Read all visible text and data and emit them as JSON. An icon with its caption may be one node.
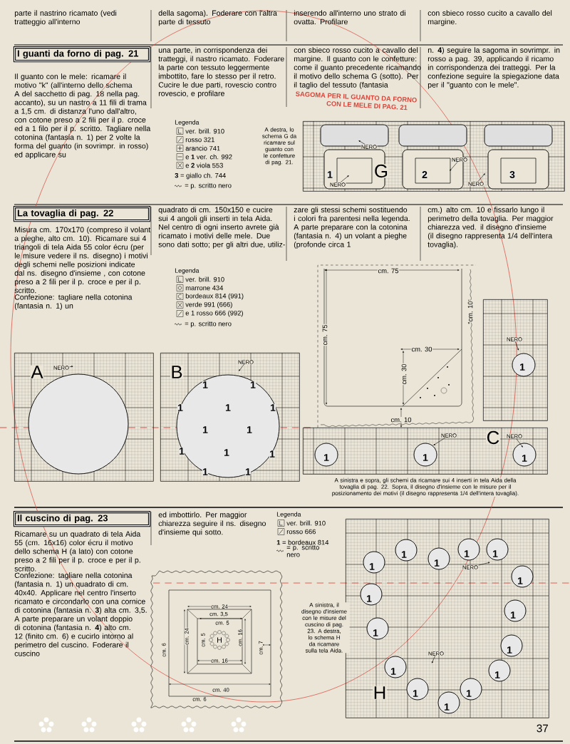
{
  "diagram": {
    "nodes": [
      {
        "text": [
          "I guanti da forno di pag. 21"
        ]
      },
      {
        "text": [
          "1",
          "G",
          "2",
          "3"
        ]
      },
      {
        "text": [
          "NERO"
        ],
        "in": 1
      },
      {
        "text": [
          "NERO"
        ],
        "in": 1
      },
      {
        "text": [
          "NERO"
        ],
        "in": 1
      },
      {
        "text": [
          "NERO"
        ],
        "in": 1
      },
      {
        "text": [
          "La tovaglia di pag. 22"
        ]
      },
      {
        "text": [
          "A"
        ]
      },
      {
        "text": [
          "NERO"
        ],
        "in": 7
      },
      {
        "text": [
          "B",
          "1",
          "1",
          "1",
          "1",
          "1",
          "1",
          "1",
          "1",
          "1",
          "1",
          "1",
          "1"
        ]
      },
      {
        "text": [
          "NERO"
        ],
        "in": 9
      },
      {
        "text": [
          "1"
        ]
      },
      {
        "text": [
          "NERO"
        ],
        "in": 11
      },
      {
        "text": [
          "1",
          "1",
          "C",
          "1"
        ]
      },
      {
        "text": [
          "NERO"
        ],
        "in": 13
      },
      {
        "text": [
          "NERO"
        ],
        "in": 13
      },
      {
        "text": [
          "Il cuscino di pag. 23"
        ]
      },
      {
        "text": [
          "1",
          "1",
          "1",
          "1",
          "1",
          "1",
          "1",
          "1",
          "1",
          "1",
          "1",
          "1",
          "H",
          "1",
          "1",
          "1"
        ]
      },
      {
        "text": [
          "NERO"
        ],
        "in": 17
      },
      {
        "text": [
          "NERO"
        ],
        "in": 17
      }
    ],
    "edges": [
      {
        "from": 2,
        "to": null,
        "arrow": "to"
      },
      {
        "from": 3,
        "to": null,
        "arrow": "to"
      },
      {
        "from": 4,
        "to": null,
        "arrow": "to"
      },
      {
        "from": 5,
        "to": null,
        "arrow": "to"
      },
      {
        "from": 8,
        "to": null,
        "arrow": "to"
      },
      {
        "from": 10,
        "to": null,
        "arrow": "to"
      },
      {
        "from": 12,
        "to": null,
        "arrow": "to"
      },
      {
        "from": 14,
        "to": null,
        "arrow": "to"
      },
      {
        "from": 15,
        "to": null,
        "arrow": "to"
      },
      {
        "from": 18,
        "to": null,
        "arrow": "to"
      },
      {
        "from": 19,
        "to": null,
        "arrow": "to"
      }
    ],
    "labels": [
      "parte il nastrino ricamato (vedi tratteggio all'interno",
      "della sagoma). Foderare con l'altra parte di tessuto",
      "inserendo all'interno uno strato di ovatta. Profilare",
      "con sbieco rosso cucito a cavallo del margine.",
      "Il guanto con le mele: ricamare il motivo \"k\" (all'interno dello schema A del sacchetto di pag. 18 nella pag. accanto), su un nastro a 11 fili di trama a 1,5 cm. di distanza l'uno dall'altro, con cotone preso a 2 fili per il p. croce ed a 1 filo per il p. scritto. Tagliare nella cotonina (fantasia n. 1) per 2 volte la forma del guanto (in sovrimpr. in rosso) ed applicare su",
      "una parte, in corrispondenza dei tratteggi, il nastro ricamato. Foderare la parte con tessuto leggermente imbottito, fare lo stesso per il retro. Cucire le due parti, rovescio contro rovescio, e profilare",
      "con sbieco rosso cucito a cavallo del margine. Il guanto con le confetture: come il guanto precedente ricamando il motivo dello schema G (sotto). Per il taglio del tessuto (fantasia",
      "n. **4**) seguire la sagoma in sovrimpr. in rosso a pag. 39, applicando il ricamo in corrispondenza dei tratteggi. Per la confezione seguire la spiegazione data per il \"guanto con le mele\".",
      "SAGOMA PER IL GUANTO DA FORNO",
      "CON LE MELE DI PAG. 21",
      "Legenda",
      "A destra, lo schema G da ricamare sul guanto con le confetture di pag. 21.",
      "Misura cm. 170x170 (compreso il volant a pieghe, alto cm. 10). Ricamare sui 4 triangoli di tela Aida 55 color écru (per le misure vedere il ns. disegno) i motivi degli schemi nelle posizioni indicate dal ns. disegno d'insieme , con cotone preso a 2 fili per il p. croce e per il p. scritto.",
      "Confezione: tagliare nella cotonina (fantasia n. 1) un",
      "quadrato di cm. 150x150 e cucire sui 4 angoli gli inserti in tela Aida. Nel centro di ogni inserto avrete già ricamato i motivi delle mele. Due sono dati sotto; per gli altri due, utiliz-",
      "zare gli stessi schemi sostituendo i colori fra parentesi nella legenda. A parte preparare con la cotonina (fantasia n. 4) un volant a pieghe (profonde circa 1",
      "cm.) alto cm. 10 e fissarlo lungo il perimetro della tovaglia. Per maggior chiarezza ved. il disegno d'insieme (il disegno rappresenta 1/4 dell'intera tovaglia).",
      "Legenda",
      "cm. 75",
      "cm. 75",
      "cm. 10",
      "cm. 30",
      "cm. 30",
      "cm. 10",
      "A sinistra e sopra, gli schemi da ricamare sui 4 inserti in tela Aida della tovaglia di pag. 22. Sopra, il disegno d'insieme con le misure per il posizionamento dei motivi (il disegno rappresenta 1/4 dell'intera tovaglia).",
      "Ricamare su un quadrato di tela Aida 55 (cm. 16x16) color écru il motivo dello schema H (a lato) con cotone preso a 2 fili per il p. croce e per il p. scritto.",
      "Confezione: tagliare nella cotonina (fantasia n. 1) un quadrato di cm. 40x40. Applicare nel centro l'inserto ricamato e circondarlo con una cornice di cotonina (fantasia n. **3**) alta cm. 3,5. A parte preparare un volant doppio di cotonina (fantasia n. **4**) alto cm. 12 (finito cm. 6) e cucirlo intorno al perimetro del cuscino. Foderare il cuscino",
      "ed imbottirlo. Per maggior chiarezza seguire il ns. disegno d'insieme qui sotto.",
      "Legenda",
      "cm. 24",
      "cm. 3,5",
      "cm. 5",
      "cm. 24",
      "cm. 5",
      "H",
      "cm. 16",
      "cm. 16",
      "cm. 6",
      "cm. 7",
      "cm. 40",
      "cm. 6",
      "A sinistra, il disegno d'insieme con le misure del cuscino di pag. 23. A destra, lo schema H da ricamare sulla tela Aida.",
      "37"
    ],
    "legend": [
      {
        "text": "ver. brill. 910"
      },
      {
        "text": "rosso 321"
      },
      {
        "text": "arancio 741"
      },
      {
        "text": "e **1** ver. ch. 992"
      },
      {
        "text": "e **2** viola 553"
      },
      {
        "text": "**3** = giallo ch. 744"
      },
      {
        "text": "= p. scritto nero"
      },
      {
        "text": "ver. brill. 910"
      },
      {
        "text": "marrone 434"
      },
      {
        "text": "bordeaux 814 (991)"
      },
      {
        "text": "verde 991 (666)"
      },
      {
        "text": "e 1 rosso 666 (992)"
      },
      {
        "text": "= p. scritto nero"
      },
      {
        "text": "ver. brill. 910"
      },
      {
        "text": "rosso 666"
      },
      {
        "text": "**1** = bordeaux 814"
      },
      {
        "text": "= p. scritto nero"
      }
    ]
  }
}
